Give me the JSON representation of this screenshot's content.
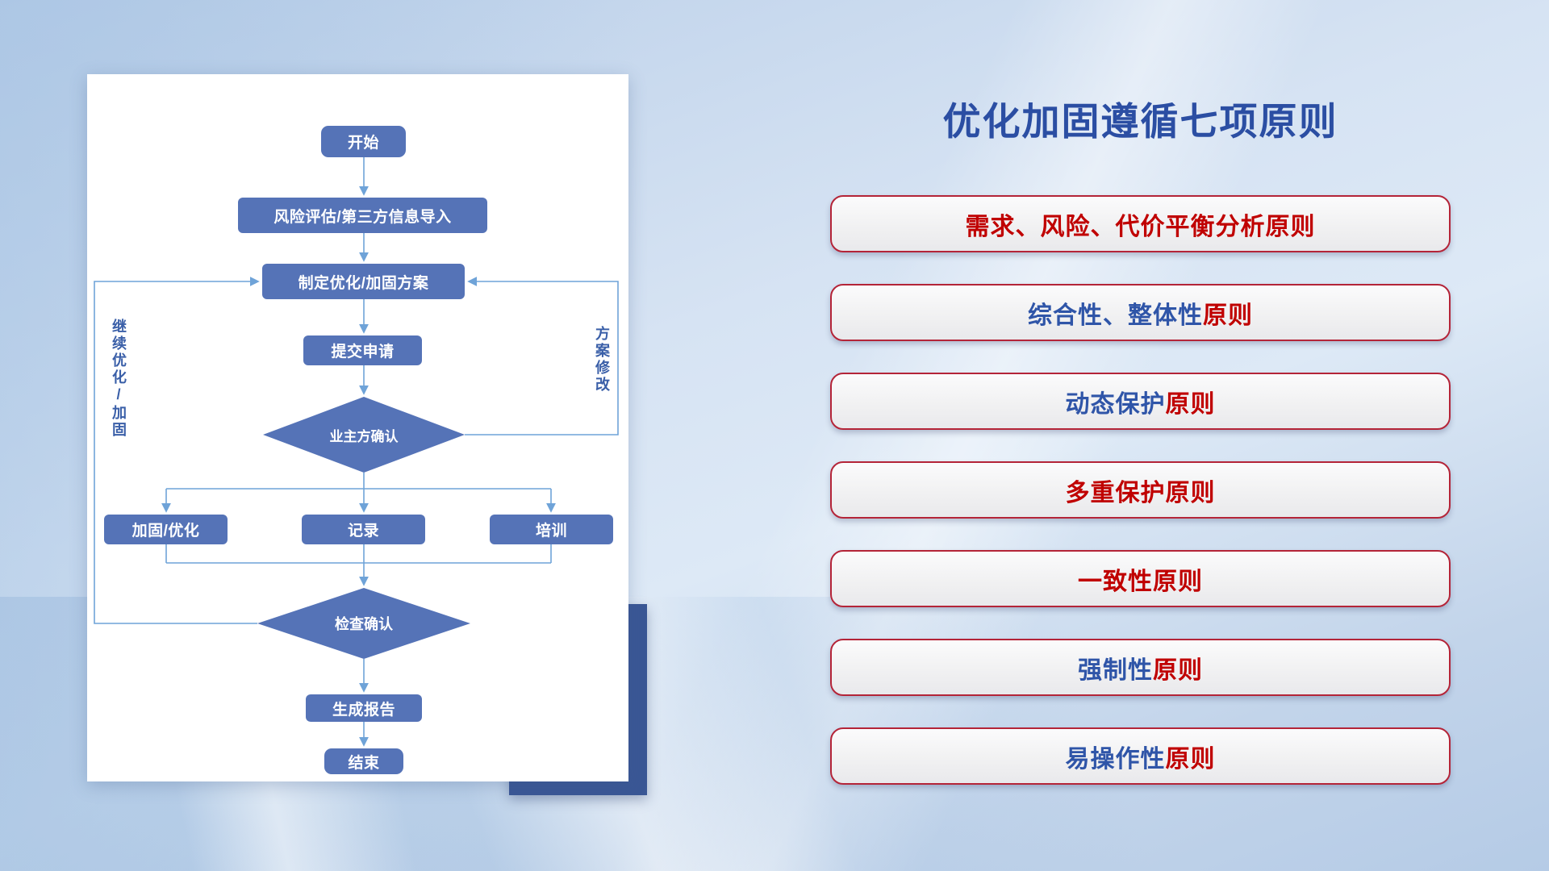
{
  "slide": {
    "title": "优化加固遵循七项原则"
  },
  "flowchart": {
    "nodes": {
      "start": "开始",
      "risk_import": "风险评估/第三方信息导入",
      "make_plan": "制定优化/加固方案",
      "submit": "提交申请",
      "owner_confirm": "业主方确认",
      "harden": "加固/优化",
      "record": "记录",
      "training": "培训",
      "check_confirm": "检查确认",
      "report": "生成报告",
      "end": "结束"
    },
    "labels": {
      "left_loop": "继续优化/加固",
      "right_loop": "方案修改"
    }
  },
  "principles": {
    "items": [
      {
        "segments": [
          {
            "text": "需求、风险、代价平衡分析原则",
            "color": "red"
          }
        ]
      },
      {
        "segments": [
          {
            "text": "综合性、整体性",
            "color": "blue"
          },
          {
            "text": "原则",
            "color": "red"
          }
        ]
      },
      {
        "segments": [
          {
            "text": "动态保护",
            "color": "blue"
          },
          {
            "text": "原则",
            "color": "red"
          }
        ]
      },
      {
        "segments": [
          {
            "text": "多重保护原则",
            "color": "red"
          }
        ]
      },
      {
        "segments": [
          {
            "text": "一致性原则",
            "color": "red"
          }
        ]
      },
      {
        "segments": [
          {
            "text": "强制性",
            "color": "blue"
          },
          {
            "text": "原则",
            "color": "red"
          }
        ]
      },
      {
        "segments": [
          {
            "text": "易操作性",
            "color": "blue"
          },
          {
            "text": "原则",
            "color": "red"
          }
        ]
      }
    ]
  },
  "colors": {
    "red": "#C00000",
    "blue": "#2F55A8",
    "title": "#2B4EA3",
    "node_fill": "#5573B7",
    "connector": "#6FA3D8",
    "button_border": "#B42438",
    "button_bg": "#F1F1F2",
    "accent_rect": "#3A5795",
    "label_blue": "#3A5FA8"
  }
}
